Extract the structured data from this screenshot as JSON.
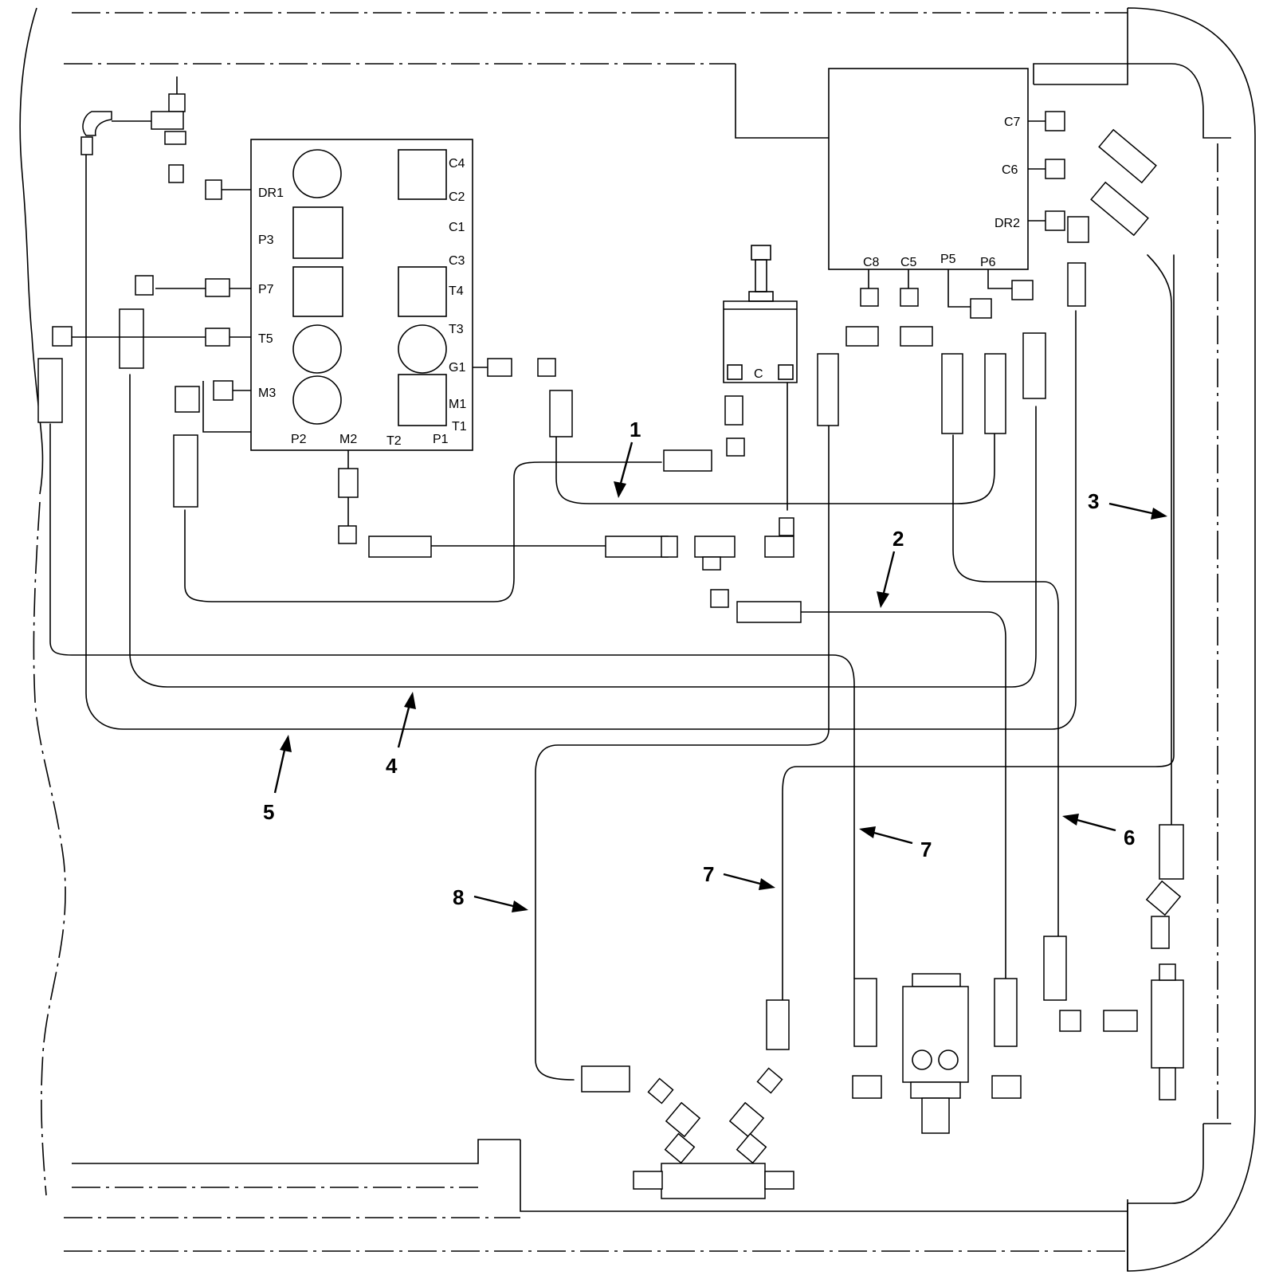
{
  "valve_block": {
    "ports": [
      {
        "id": "C4",
        "label": "C4"
      },
      {
        "id": "C2",
        "label": "C2"
      },
      {
        "id": "C1",
        "label": "C1"
      },
      {
        "id": "C3",
        "label": "C3"
      },
      {
        "id": "T4",
        "label": "T4"
      },
      {
        "id": "T3",
        "label": "T3"
      },
      {
        "id": "G1",
        "label": "G1"
      },
      {
        "id": "M1",
        "label": "M1"
      },
      {
        "id": "T1",
        "label": "T1"
      },
      {
        "id": "DR1",
        "label": "DR1"
      },
      {
        "id": "P3",
        "label": "P3"
      },
      {
        "id": "P7",
        "label": "P7"
      },
      {
        "id": "T5",
        "label": "T5"
      },
      {
        "id": "M3",
        "label": "M3"
      },
      {
        "id": "P2",
        "label": "P2"
      },
      {
        "id": "M2",
        "label": "M2"
      },
      {
        "id": "T2",
        "label": "T2"
      },
      {
        "id": "P1",
        "label": "P1"
      }
    ]
  },
  "manifold_block": {
    "ports": [
      {
        "id": "C7",
        "label": "C7"
      },
      {
        "id": "C6",
        "label": "C6"
      },
      {
        "id": "DR2",
        "label": "DR2"
      },
      {
        "id": "C8",
        "label": "C8"
      },
      {
        "id": "C5",
        "label": "C5"
      },
      {
        "id": "P5",
        "label": "P5"
      },
      {
        "id": "P6",
        "label": "P6"
      }
    ]
  },
  "switch": {
    "label": "C"
  },
  "callouts": [
    "1",
    "2",
    "3",
    "4",
    "5",
    "6",
    "7",
    "7",
    "8"
  ]
}
